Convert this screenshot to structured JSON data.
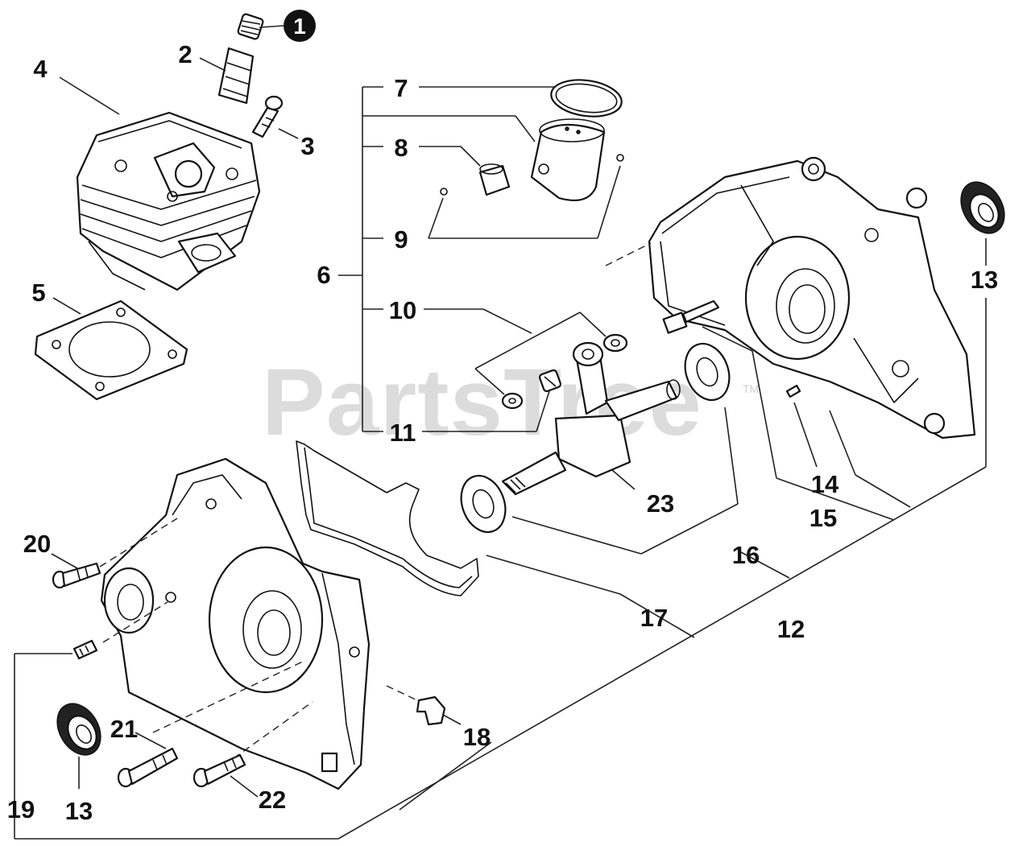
{
  "watermark": {
    "text": "PartsTree",
    "trademark": "TM"
  },
  "callouts": {
    "c1": "1",
    "c2": "2",
    "c3": "3",
    "c4": "4",
    "c5": "5",
    "c6": "6",
    "c7": "7",
    "c8": "8",
    "c9": "9",
    "c10": "10",
    "c11": "11",
    "c12": "12",
    "c13_right": "13",
    "c13_left": "13",
    "c14": "14",
    "c15": "15",
    "c16": "16",
    "c17": "17",
    "c18": "18",
    "c19": "19",
    "c20": "20",
    "c21": "21",
    "c22": "22",
    "c23": "23"
  },
  "colors": {
    "line": "#111111",
    "background": "#ffffff",
    "watermark": "#dcdcdc",
    "badge": "#111111"
  }
}
